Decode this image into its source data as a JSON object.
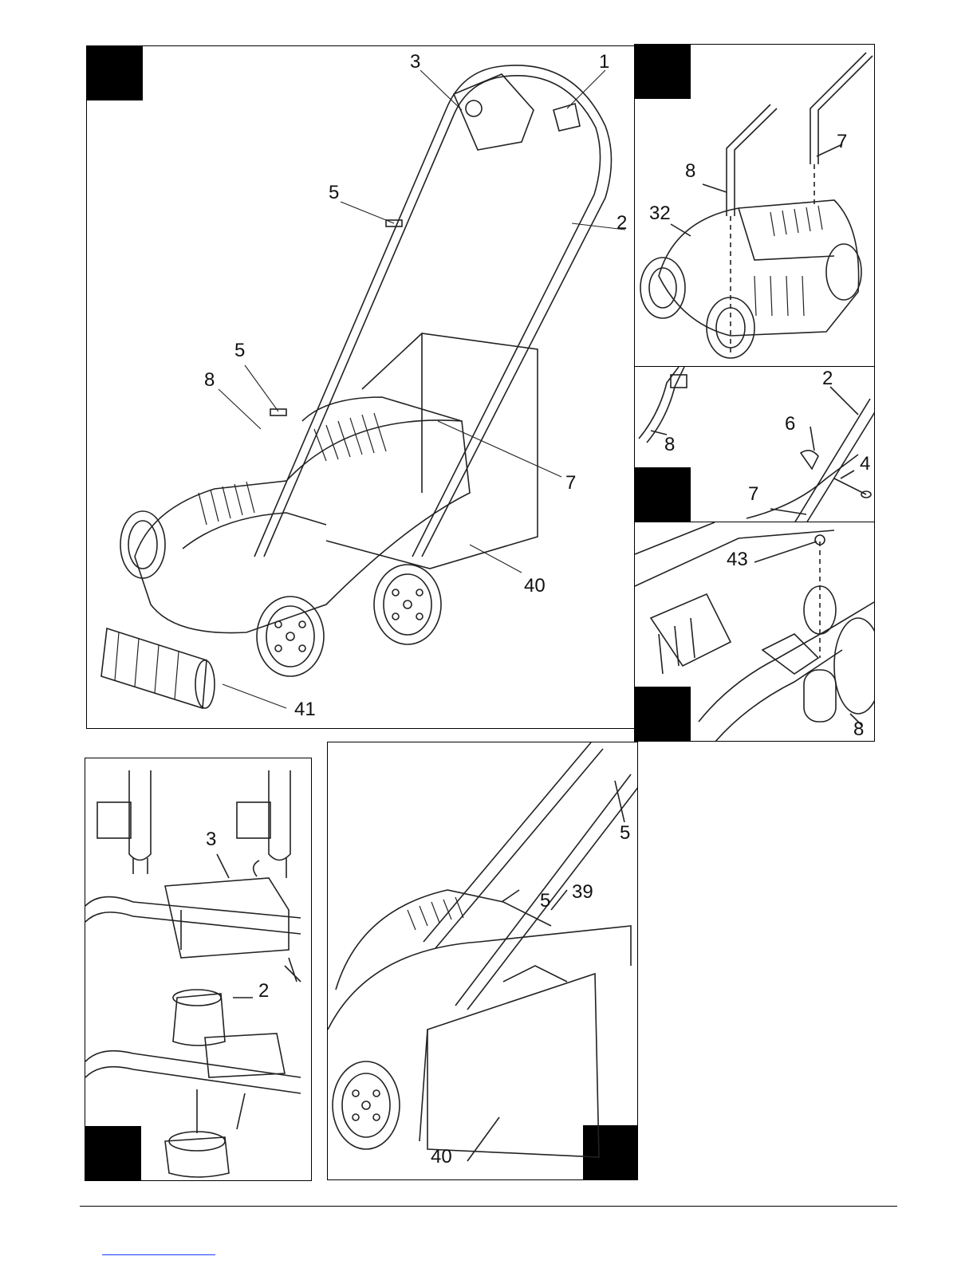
{
  "figure": {
    "panels": {
      "overview": {
        "callouts": [
          {
            "id": "c1",
            "text": "3"
          },
          {
            "id": "c2",
            "text": "1"
          },
          {
            "id": "c3",
            "text": "5"
          },
          {
            "id": "c4",
            "text": "2"
          },
          {
            "id": "c5",
            "text": "5"
          },
          {
            "id": "c6",
            "text": "8"
          },
          {
            "id": "c7",
            "text": "7"
          },
          {
            "id": "c8",
            "text": "40"
          },
          {
            "id": "c9",
            "text": "41"
          }
        ]
      },
      "handle_assembly": {
        "callouts": [
          {
            "id": "c1",
            "text": "8"
          },
          {
            "id": "c2",
            "text": "7"
          },
          {
            "id": "c3",
            "text": "32"
          }
        ]
      },
      "handle_joint": {
        "callouts": [
          {
            "id": "c1",
            "text": "2"
          },
          {
            "id": "c2",
            "text": "6"
          },
          {
            "id": "c3",
            "text": "8"
          },
          {
            "id": "c4",
            "text": "4"
          },
          {
            "id": "c5",
            "text": "7"
          }
        ]
      },
      "lower_handle_mount": {
        "callouts": [
          {
            "id": "c1",
            "text": "43"
          },
          {
            "id": "c2",
            "text": "8"
          }
        ]
      },
      "switch_mount": {
        "callouts": [
          {
            "id": "c1",
            "text": "3"
          },
          {
            "id": "c2",
            "text": "2"
          }
        ]
      },
      "grass_box": {
        "callouts": [
          {
            "id": "c1",
            "text": "5"
          },
          {
            "id": "c2",
            "text": "5"
          },
          {
            "id": "c3",
            "text": "39"
          },
          {
            "id": "c4",
            "text": "40"
          }
        ]
      }
    }
  }
}
